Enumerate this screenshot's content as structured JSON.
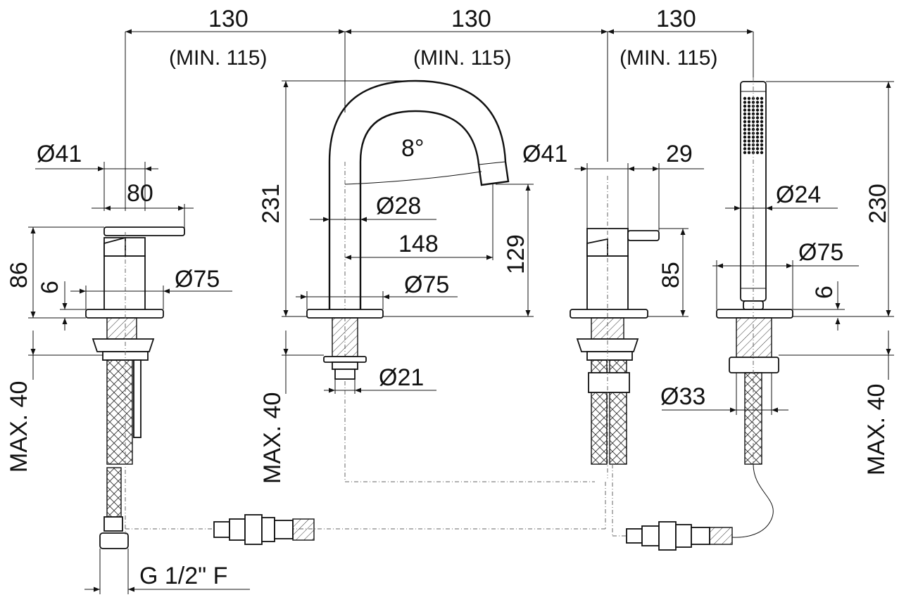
{
  "dimensions": {
    "spacing_1": "130",
    "spacing_2": "130",
    "spacing_3": "130",
    "min_1": "(MIN. 115)",
    "min_2": "(MIN. 115)",
    "min_3": "(MIN. 115)",
    "mixer_left_body_diameter": "Ø41",
    "mixer_left_lever_length": "80",
    "mixer_left_height": "86",
    "mixer_left_plate": "6",
    "mixer_left_base_diameter": "Ø75",
    "spout_height": "231",
    "spout_angle": "8°",
    "spout_tube_diameter": "Ø28",
    "spout_reach": "148",
    "spout_outlet_height": "129",
    "spout_base_diameter": "Ø75",
    "spout_shank_diameter": "Ø21",
    "mixer_right_body_diameter": "Ø41",
    "mixer_right_lever_length": "29",
    "mixer_right_height": "85",
    "handshower_diameter": "Ø24",
    "handshower_height": "230",
    "handshower_base_diameter": "Ø75",
    "handshower_plate": "6",
    "handshower_shank_diameter": "Ø33",
    "max_left": "MAX. 40",
    "max_center": "MAX. 40",
    "max_right": "MAX. 40",
    "connection": "G 1/2\" F"
  }
}
